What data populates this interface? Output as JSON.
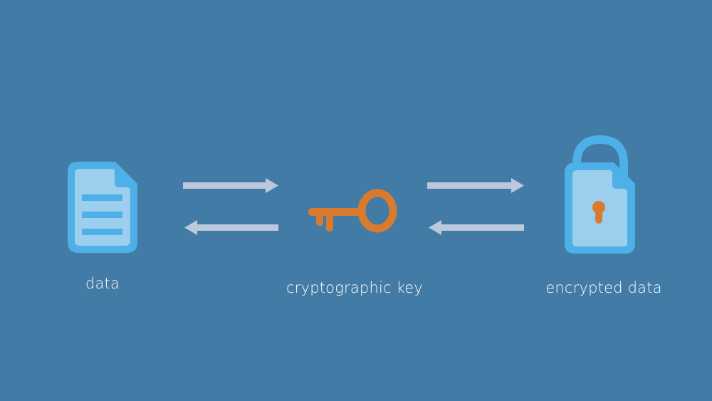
{
  "diagram": {
    "title": "",
    "colors": {
      "background": "#427BA5",
      "icon_border": "#4DB0E6",
      "icon_fill": "#9CCFEE",
      "accent_orange": "#D97A2F",
      "arrow": "#BCC9DC",
      "label": "#FFFFFF"
    },
    "nodes": [
      {
        "id": "data",
        "icon": "document-icon",
        "label": "data"
      },
      {
        "id": "key",
        "icon": "key-icon",
        "label": "cryptographic key"
      },
      {
        "id": "encrypted",
        "icon": "padlock-icon",
        "label": "encrypted data"
      }
    ],
    "edges": [
      {
        "from": "data",
        "to": "key",
        "direction": "right",
        "icon": "arrow-right-icon"
      },
      {
        "from": "key",
        "to": "data",
        "direction": "left",
        "icon": "arrow-left-icon"
      },
      {
        "from": "key",
        "to": "encrypted",
        "direction": "right",
        "icon": "arrow-right-icon"
      },
      {
        "from": "encrypted",
        "to": "key",
        "direction": "left",
        "icon": "arrow-left-icon"
      }
    ]
  }
}
